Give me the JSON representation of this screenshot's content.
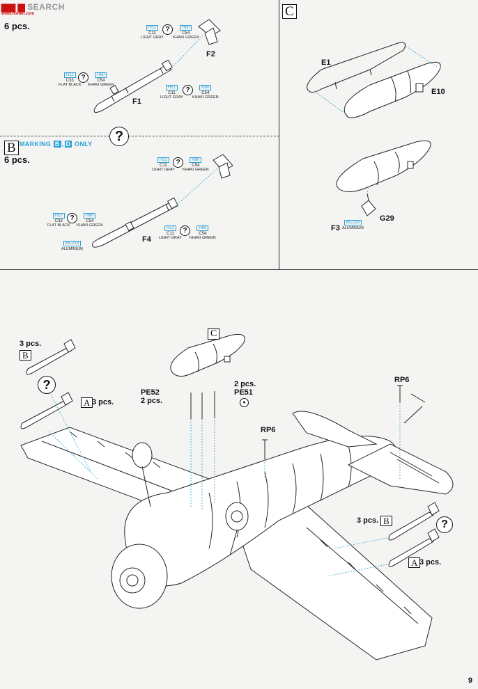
{
  "watermark": {
    "brand": "SEARCH",
    "url": "www.model.com",
    "prefix": "6 pcs."
  },
  "page_number": "9",
  "panel_a": {
    "count": "6 pcs.",
    "parts": [
      "F1",
      "F2"
    ],
    "paints": [
      {
        "h": "H51",
        "c": "C11",
        "name": "LIGHT GRAY"
      },
      {
        "h": "H80",
        "c": "C54",
        "name": "KHAKI GREEN"
      },
      {
        "h": "H12",
        "c": "C33",
        "name": "FLAT BLACK"
      },
      {
        "h": "H80",
        "c": "C54",
        "name": "KHAKI GREEN"
      },
      {
        "h": "H51",
        "c": "C11",
        "name": "LIGHT GRAY"
      },
      {
        "h": "H80",
        "c": "C54",
        "name": "KHAKI GREEN"
      }
    ]
  },
  "panel_b": {
    "letter": "B",
    "marking_text": "MARKING",
    "marking_b": "B",
    "marking_sep": ",",
    "marking_d": "D",
    "marking_only": "ONLY",
    "count": "6 pcs.",
    "part": "F4",
    "paints": [
      {
        "h": "H51",
        "c": "C11",
        "name": "LIGHT GRAY"
      },
      {
        "h": "H80",
        "c": "C54",
        "name": "KHAKI GREEN"
      },
      {
        "h": "H12",
        "c": "C33",
        "name": "FLAT BLACK"
      },
      {
        "h": "H80",
        "c": "C54",
        "name": "KHAKI GREEN"
      },
      {
        "h": "H51",
        "c": "C11",
        "name": "LIGHT GRAY"
      },
      {
        "h": "H80",
        "c": "C54",
        "name": "KHAKI GREEN"
      },
      {
        "h": "MC218",
        "c": "",
        "name": "ALUMINIUM"
      }
    ]
  },
  "panel_c": {
    "letter": "C",
    "parts": [
      "E1",
      "E10",
      "F3",
      "G29"
    ],
    "paint": {
      "h": "MC218",
      "name": "ALUMINIUM"
    }
  },
  "main": {
    "box_c": "C",
    "box_a": "A",
    "box_b": "B",
    "labels": {
      "top_left_count": "3 pcs.",
      "a_count": "3 pcs.",
      "pe52": "PE52",
      "pe52_count": "2 pcs.",
      "pe51_count": "2 pcs.",
      "pe51": "PE51",
      "rp6_left": "RP6",
      "rp6_right": "RP6",
      "right_b_count": "3 pcs.",
      "right_a_count": "3 pcs."
    }
  },
  "qmark": "?"
}
